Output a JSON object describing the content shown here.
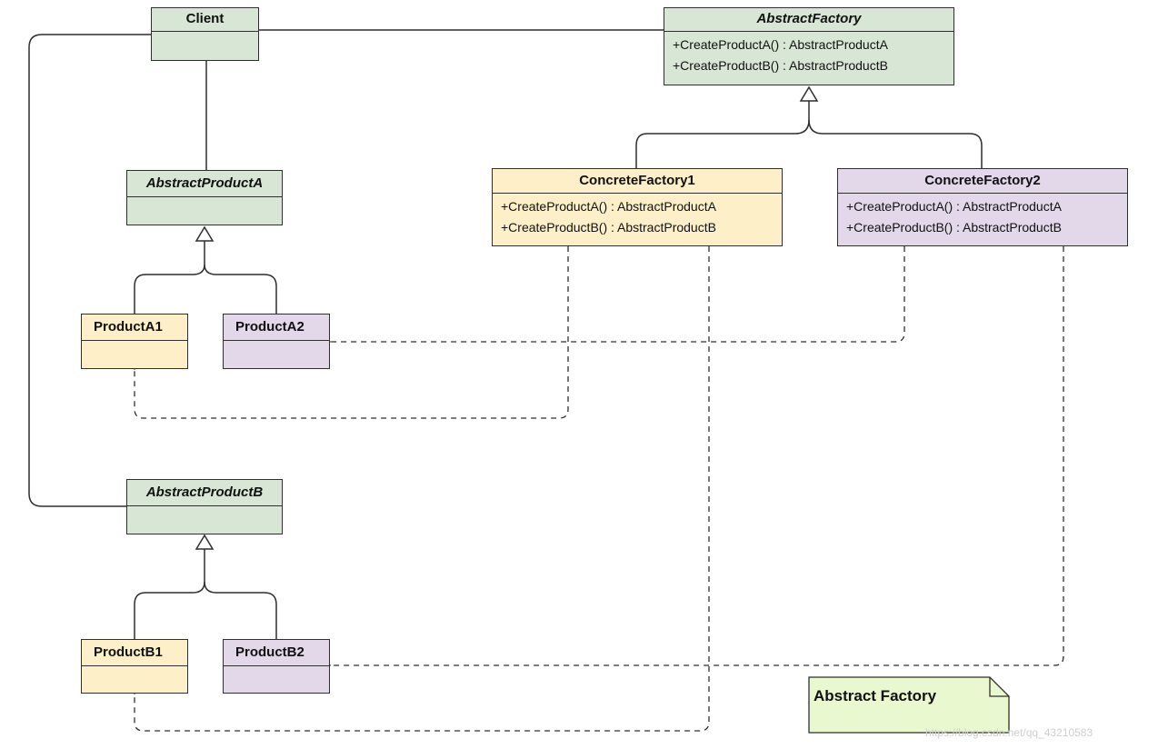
{
  "diagram": {
    "classes": {
      "client": {
        "name": "Client"
      },
      "abstract_factory": {
        "name": "AbstractFactory",
        "operations": [
          "+CreateProductA() : AbstractProductA",
          "+CreateProductB() : AbstractProductB"
        ]
      },
      "concrete_factory_1": {
        "name": "ConcreteFactory1",
        "operations": [
          "+CreateProductA() : AbstractProductA",
          "+CreateProductB() : AbstractProductB"
        ]
      },
      "concrete_factory_2": {
        "name": "ConcreteFactory2",
        "operations": [
          "+CreateProductA() : AbstractProductA",
          "+CreateProductB() : AbstractProductB"
        ]
      },
      "abstract_product_a": {
        "name": "AbstractProductA"
      },
      "product_a1": {
        "name": "ProductA1"
      },
      "product_a2": {
        "name": "ProductA2"
      },
      "abstract_product_b": {
        "name": "AbstractProductB"
      },
      "product_b1": {
        "name": "ProductB1"
      },
      "product_b2": {
        "name": "ProductB2"
      }
    },
    "note": {
      "text": "Abstract Factory"
    },
    "colors": {
      "abstract_fill": "#d8e6d5",
      "family1_fill": "#fdf0c8",
      "family2_fill": "#e2d8ea",
      "note_fill": "#eaf8cf",
      "line": "#2f2f2f"
    }
  },
  "watermark": "https://blog.csdn.net/qq_43210583"
}
